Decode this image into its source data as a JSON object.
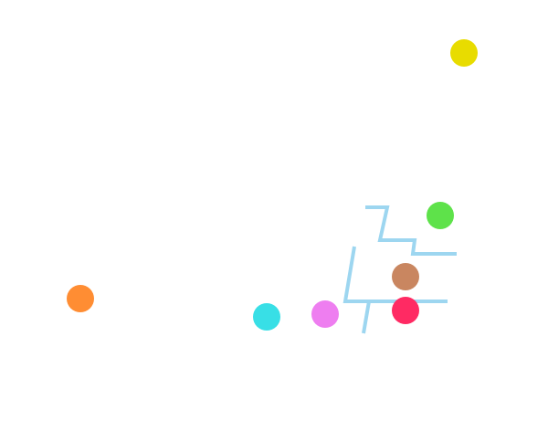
{
  "scene": {
    "background": "#ffffff",
    "path_color": "#9dd6f0"
  },
  "tokens": [
    {
      "id": "yellow",
      "color": "#e8dc00"
    },
    {
      "id": "green",
      "color": "#5ee24a"
    },
    {
      "id": "brown",
      "color": "#c98660"
    },
    {
      "id": "red",
      "color": "#ff2a63"
    },
    {
      "id": "pink",
      "color": "#ee7ef0"
    },
    {
      "id": "cyan",
      "color": "#38dfe6"
    },
    {
      "id": "orange",
      "color": "#ff8d33"
    }
  ]
}
